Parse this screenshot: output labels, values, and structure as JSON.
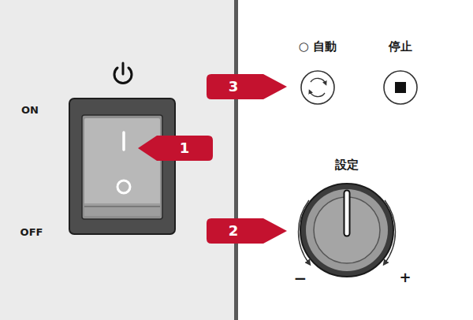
{
  "diagram": {
    "labels": [
      "ON",
      "OFF",
      "1",
      "3",
      "2",
      "○ 自動",
      "停止",
      "設定",
      "−",
      "+"
    ]
  }
}
